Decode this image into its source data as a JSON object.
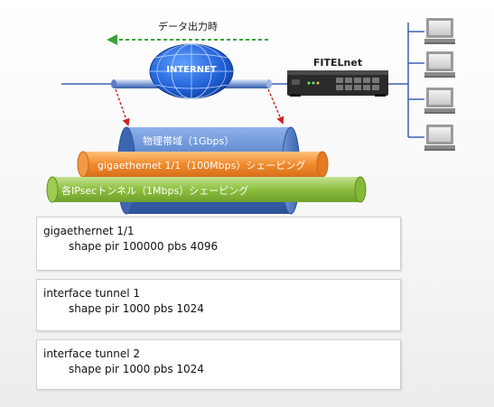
{
  "data_output_label": "データ出力時",
  "internet_label": "INTERNET",
  "router_label": "FITELnet",
  "pipes": {
    "physical": "物理帯域（1Gbps）",
    "interface": "gigaethernet 1/1（100Mbps）シェーピング",
    "tunnel": "各IPsecトンネル（1Mbps）シェーピング"
  },
  "configs": [
    {
      "line1": "gigaethernet 1/1",
      "line2": "shape pir 100000 pbs 4096"
    },
    {
      "line1": "interface tunnel 1",
      "line2": "shape pir 1000 pbs 1024"
    },
    {
      "line1": "interface tunnel 2",
      "line2": "shape pir 1000 pbs 1024"
    }
  ],
  "colors": {
    "physical_pipe": "#4a78c4",
    "interface_pipe": "#f08a2c",
    "tunnel_pipe": "#8cbf3f",
    "line": "#3f5fb0",
    "arrow_green": "#3aa23a",
    "arrow_red": "#cc2222"
  }
}
